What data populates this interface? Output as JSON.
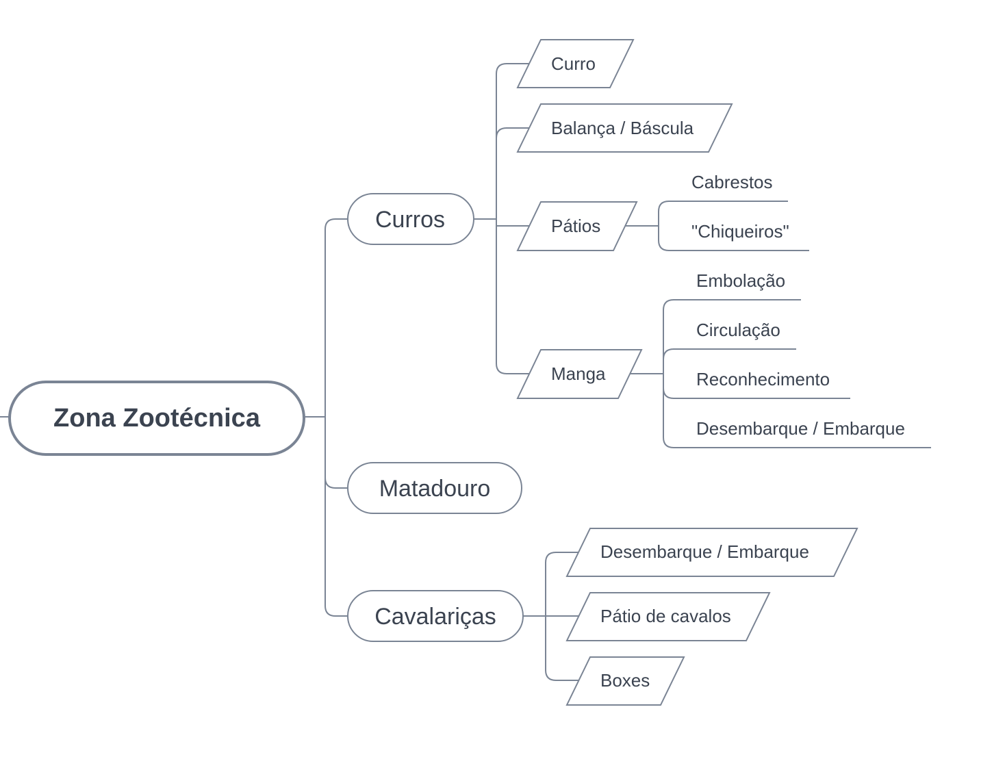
{
  "root": {
    "label": "Zona Zootécnica"
  },
  "curros": {
    "label": "Curros",
    "children": {
      "curro": "Curro",
      "balanca": "Balança / Báscula",
      "patios": "Pátios",
      "manga": "Manga"
    },
    "patios_children": [
      "Cabrestos",
      "\"Chiqueiros\""
    ],
    "manga_children": [
      "Embolação",
      "Circulação",
      "Reconhecimento",
      "Desembarque / Embarque"
    ]
  },
  "matadouro": {
    "label": "Matadouro"
  },
  "cavalaricas": {
    "label": "Cavalariças",
    "children": [
      "Desembarque / Embarque",
      "Pátio de cavalos",
      "Boxes"
    ]
  },
  "colors": {
    "line": "#7a8494",
    "text": "#3b4350",
    "background": "#ffffff"
  }
}
